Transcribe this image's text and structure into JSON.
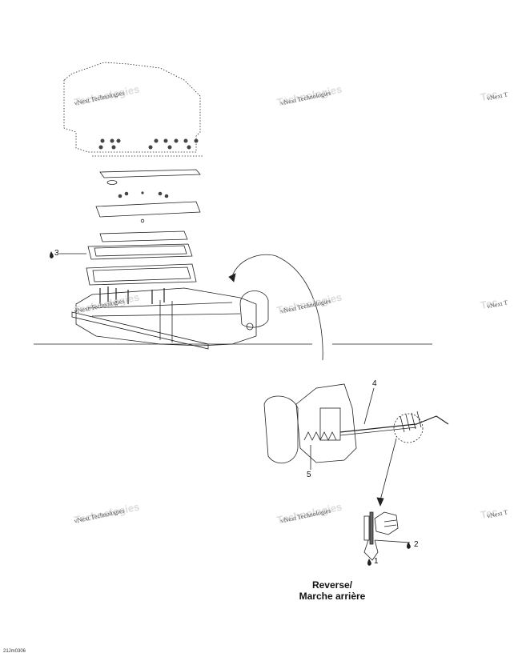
{
  "watermarks": [
    {
      "text": "vNext Technologies",
      "shadow": "Technologies"
    },
    {
      "text": "vNext Technologies",
      "shadow": "Technologies"
    },
    {
      "text": "vNext T",
      "shadow": "Tec"
    },
    {
      "text": "vNext Technologies",
      "shadow": "Technologies"
    },
    {
      "text": "vNext Technologies",
      "shadow": "Technologies"
    },
    {
      "text": "vNext T",
      "shadow": "Tec"
    },
    {
      "text": "vNext Technologies",
      "shadow": "Technologies"
    },
    {
      "text": "vNext Technologies",
      "shadow": "Technologies"
    },
    {
      "text": "vNext T",
      "shadow": "Tec"
    }
  ],
  "callouts": {
    "c1": "1",
    "c2": "2",
    "c3": "3",
    "c4": "4",
    "c5": "5"
  },
  "caption": {
    "line1": "Reverse/",
    "line2": "Marche arrière"
  },
  "footer_code": "21Jm0306",
  "colors": {
    "line": "#222222",
    "watermark_shadow": "#dcdcdc"
  }
}
